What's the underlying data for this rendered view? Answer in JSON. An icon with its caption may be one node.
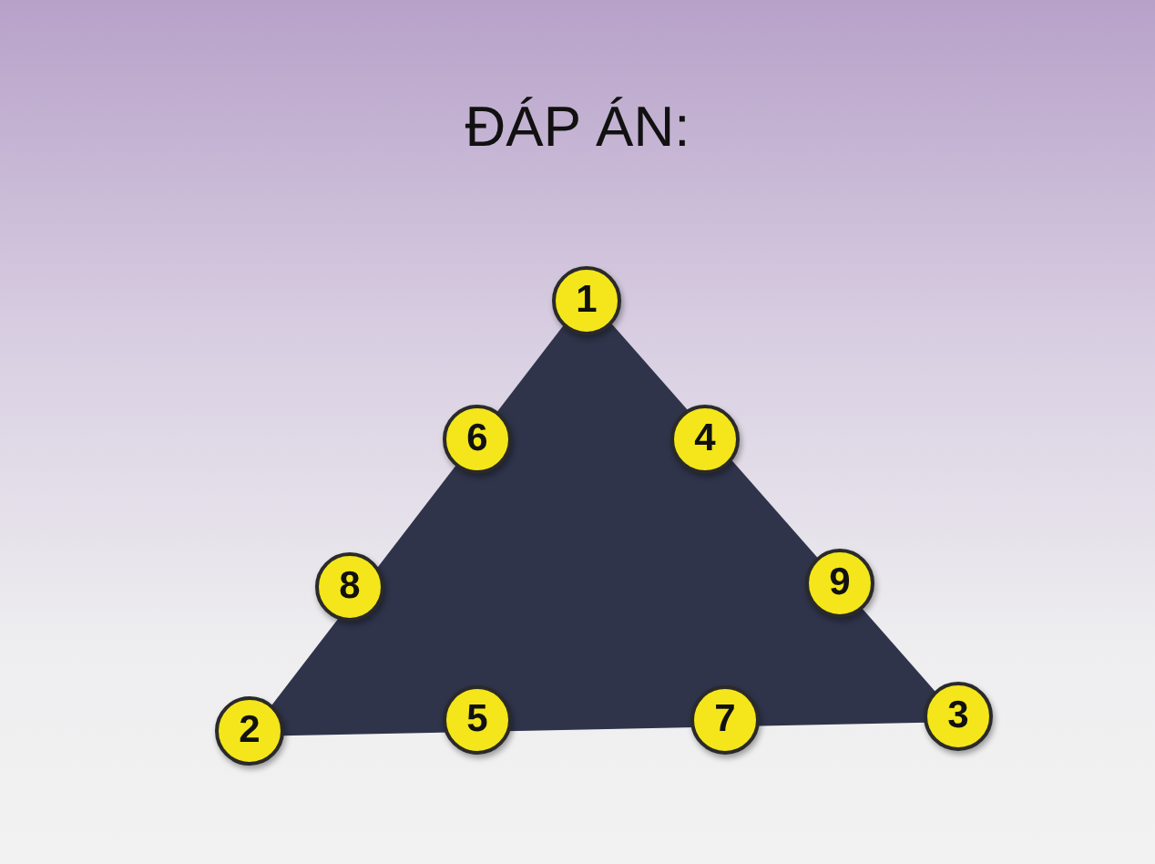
{
  "diagram": {
    "title": "ĐÁP ÁN:",
    "nodes": [
      {
        "text": [
          "1"
        ]
      },
      {
        "text": [
          "6"
        ]
      },
      {
        "text": [
          "4"
        ]
      },
      {
        "text": [
          "8"
        ]
      },
      {
        "text": [
          "9"
        ]
      },
      {
        "text": [
          "2"
        ]
      },
      {
        "text": [
          "5"
        ]
      },
      {
        "text": [
          "7"
        ]
      },
      {
        "text": [
          "3"
        ]
      }
    ]
  }
}
